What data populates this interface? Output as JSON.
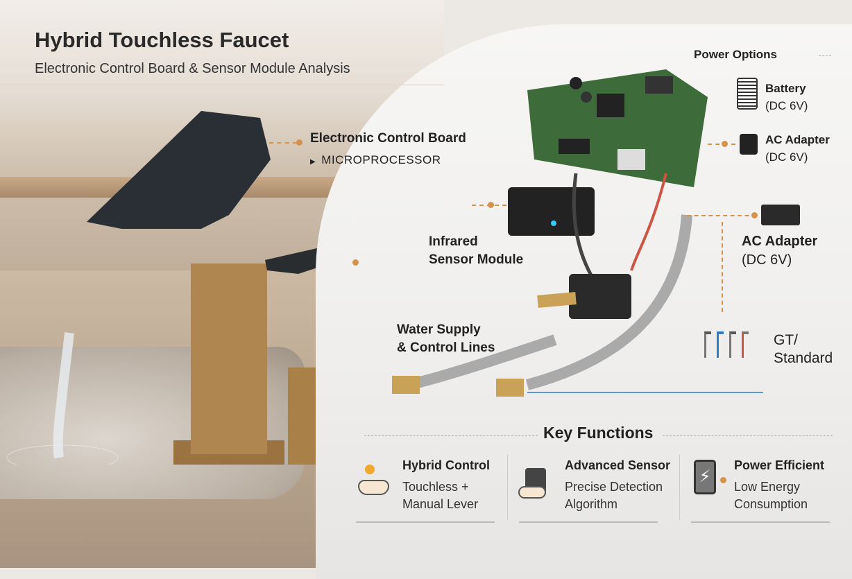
{
  "header": {
    "title": "Hybrid Touchless Faucet",
    "subtitle": "Electronic Control Board & Sensor Module Analysis"
  },
  "callouts": {
    "control_board": {
      "title": "Electronic Control Board",
      "sub": "MICROPROCESSOR"
    },
    "sensor": {
      "line1": "Infrared",
      "line2": "Sensor Module"
    },
    "water": {
      "line1": "Water Supply",
      "line2": "& Control Lines"
    }
  },
  "power": {
    "heading": "Power Options",
    "items": [
      {
        "name": "Battery",
        "spec": "(DC 6V)",
        "icon": "battery-icon"
      },
      {
        "name": "AC Adapter",
        "spec": "(DC 6V)",
        "icon": "ac-adapter-icon"
      },
      {
        "name": "AC Adapter",
        "spec": "(DC 6V)",
        "icon": "wall-plug-adapter-icon"
      }
    ]
  },
  "valves": {
    "line1": "GT/",
    "line2": "Standard"
  },
  "functions": {
    "heading": "Key Functions",
    "items": [
      {
        "title": "Hybrid Control",
        "line1": "Touchless +",
        "line2": "Manual Lever",
        "icon": "hand-lever-icon"
      },
      {
        "title": "Advanced Sensor",
        "line1": "Precise Detection",
        "line2": "Algorithm",
        "icon": "hand-sensor-icon"
      },
      {
        "title": "Power Efficient",
        "line1": "Low Energy",
        "line2": "Consumption",
        "icon": "battery-bolt-icon"
      }
    ]
  },
  "colors": {
    "accent": "#d4924a",
    "pcb": "#3e6b3a",
    "bronze": "#a97f45"
  }
}
